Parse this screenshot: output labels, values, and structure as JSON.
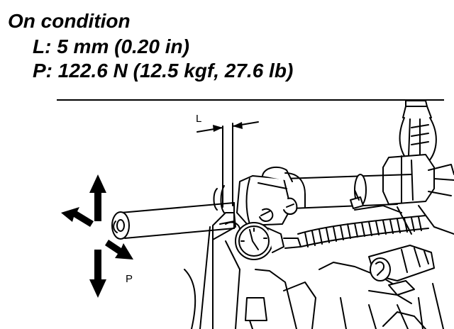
{
  "heading": "On condition",
  "specs": {
    "length": "L: 5 mm (0.20 in)",
    "force": "P: 122.6 N (12.5 kgf, 27.6 lb)"
  },
  "figure": {
    "length_marker": "L",
    "force_marker": "P"
  }
}
